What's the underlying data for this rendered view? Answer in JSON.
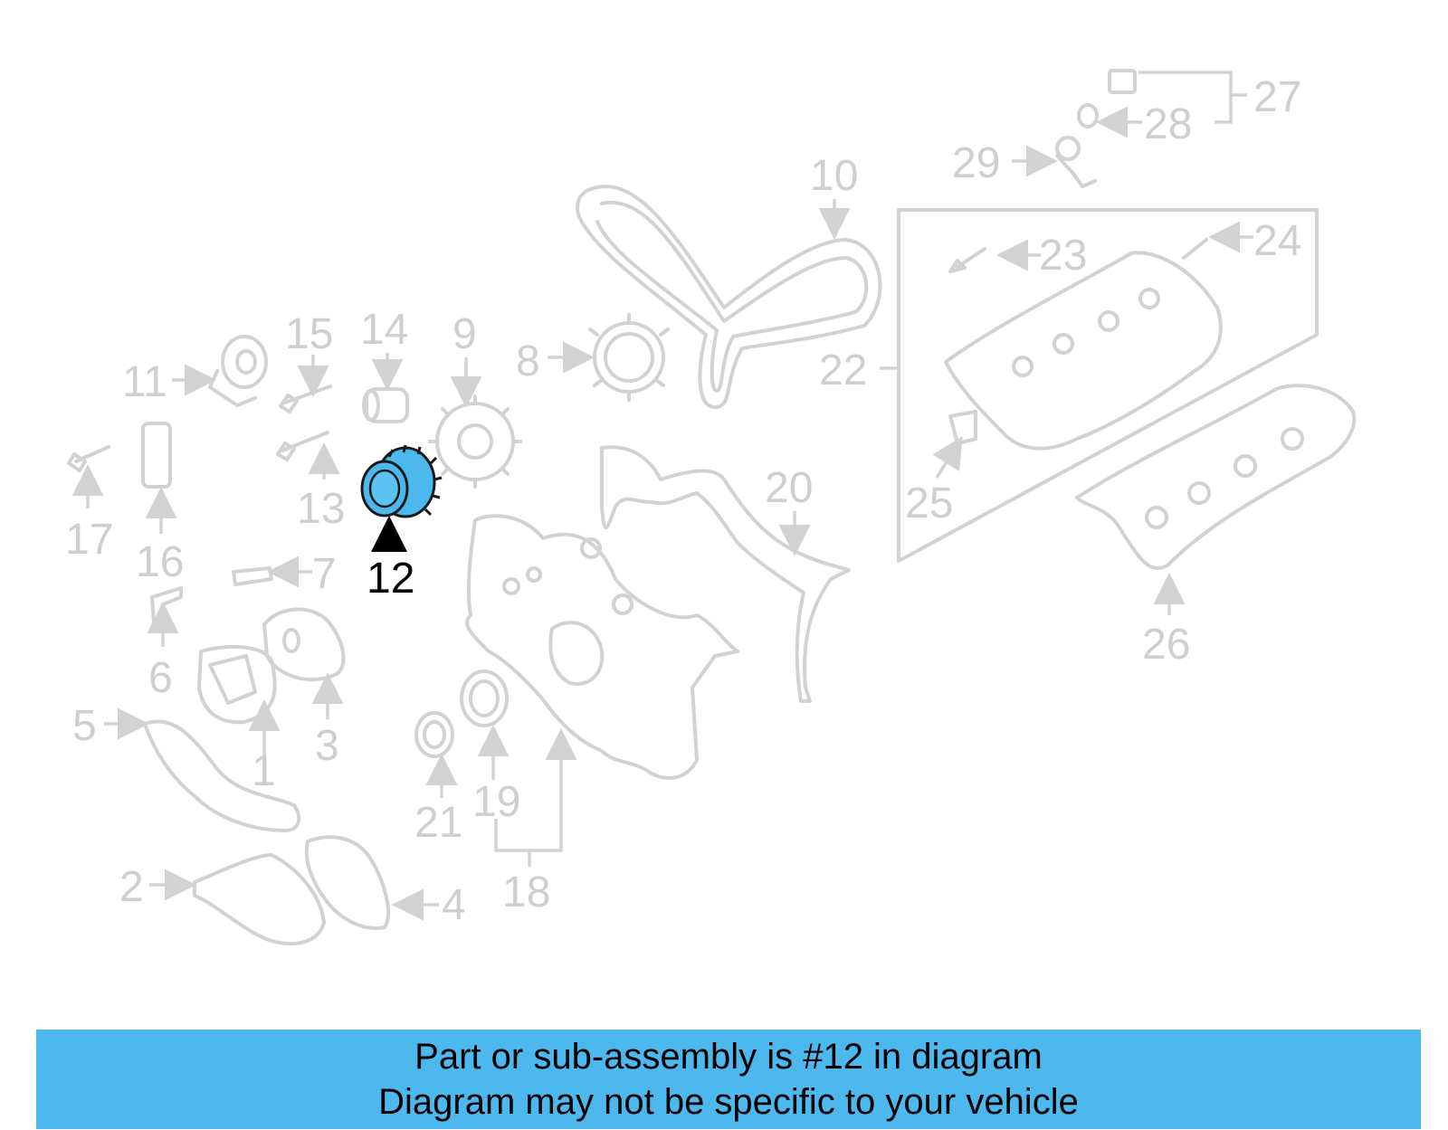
{
  "callouts": [
    "1",
    "2",
    "3",
    "4",
    "5",
    "6",
    "7",
    "8",
    "9",
    "10",
    "11",
    "12",
    "13",
    "14",
    "15",
    "16",
    "17",
    "18",
    "19",
    "20",
    "21",
    "22",
    "23",
    "24",
    "25",
    "26",
    "27",
    "28",
    "29"
  ],
  "highlighted_callout": "12",
  "banner": {
    "line1": "Part or sub-assembly is #12 in diagram",
    "line2": "Diagram may not be specific to your vehicle"
  },
  "colors": {
    "banner": "#4db8ee",
    "highlight_part": "#4cb8ee",
    "inactive_part": "#d2d2d2"
  }
}
